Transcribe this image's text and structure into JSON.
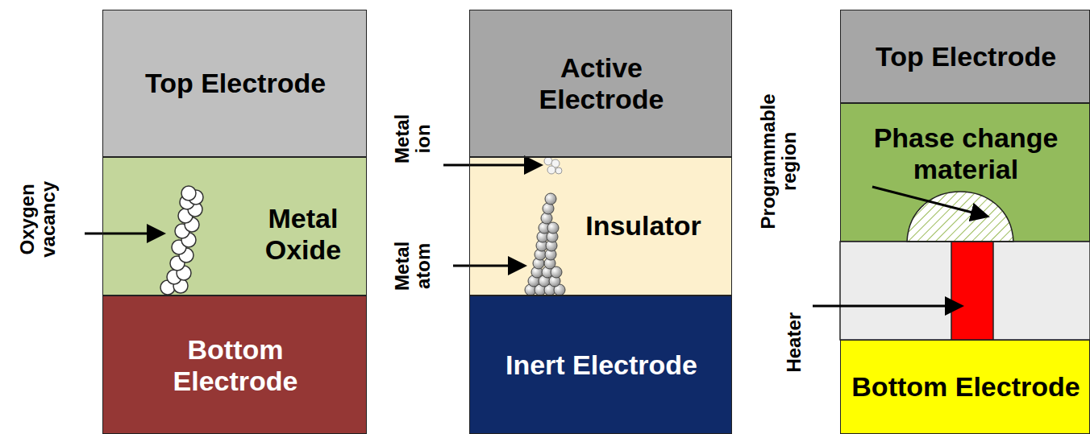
{
  "diagram": {
    "nodes": [
      {
        "text": [
          "Top Electrode"
        ]
      },
      {
        "text": [
          "Metal Oxide"
        ]
      },
      {
        "text": [
          "Bottom Electrode"
        ]
      },
      {
        "text": [
          "Active Electrode"
        ]
      },
      {
        "text": [
          "Insulator"
        ]
      },
      {
        "text": [
          "Inert Electrode"
        ]
      },
      {
        "text": [
          "Top Electrode"
        ]
      },
      {
        "text": [
          "Phase change material"
        ]
      },
      {
        "text": [
          "Bottom Electrode"
        ]
      }
    ],
    "labels": [
      "Oxygen vacancy",
      "Metal ion",
      "Metal atom",
      "Programmable region",
      "Heater"
    ]
  }
}
